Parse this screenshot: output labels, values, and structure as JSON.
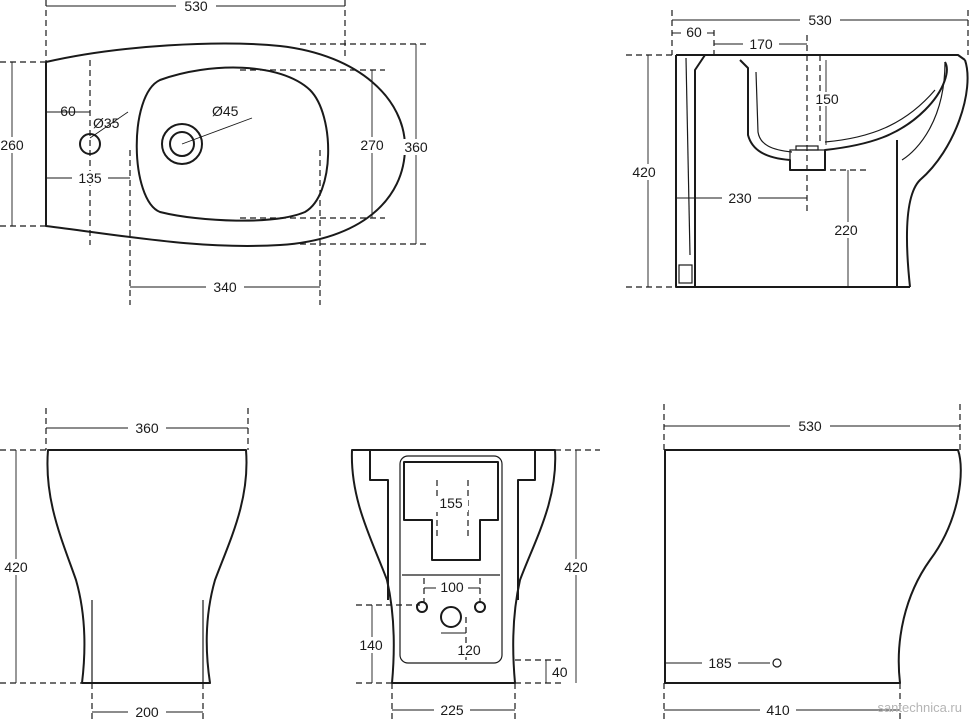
{
  "drawing": {
    "top_view": {
      "width": "530",
      "tap_offset": "60",
      "tap_hole": "Ø35",
      "drain_hole": "Ø45",
      "rear_depth": "260",
      "tap_to_edge": "135",
      "bowl_depth": "270",
      "total_depth": "360",
      "bowl_width": "340"
    },
    "side_section": {
      "width": "530",
      "tap_offset": "60",
      "drain_offset": "170",
      "bowl_depth": "150",
      "height": "420",
      "drain_distance": "230",
      "drain_height": "220"
    },
    "front_view": {
      "width": "360",
      "height": "420",
      "base_width": "200"
    },
    "rear_view": {
      "upper_width": "155",
      "height": "420",
      "connection_spacing": "100",
      "connection_height": "140",
      "drain_spacing": "120",
      "base_height": "40",
      "base_width": "225"
    },
    "side_view": {
      "width": "530",
      "fixing_offset": "185",
      "base_length": "410"
    },
    "watermark": "santechnica.ru"
  }
}
